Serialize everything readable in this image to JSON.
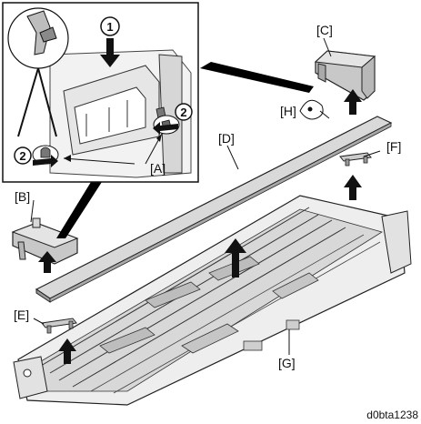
{
  "labels": {
    "A": "[A]",
    "B": "[B]",
    "C": "[C]",
    "D": "[D]",
    "E": "[E]",
    "F": "[F]",
    "G": "[G]",
    "H": "[H]"
  },
  "callouts": {
    "one": "1",
    "two": "2"
  },
  "doc_id": "d0bta1238"
}
